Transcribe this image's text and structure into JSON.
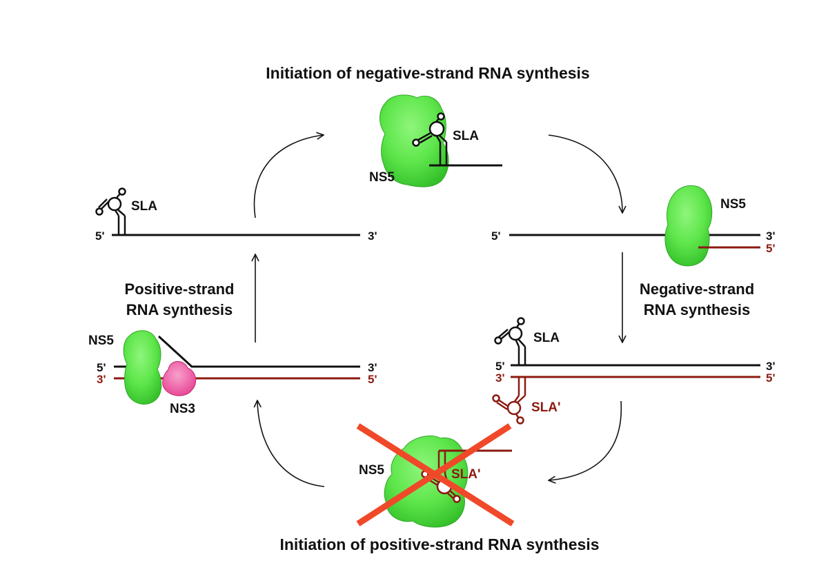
{
  "titles": {
    "top": "Initiation of negative-strand RNA synthesis",
    "bottom": "Initiation of positive-strand RNA synthesis"
  },
  "stages": {
    "positive_line1": "Positive-strand",
    "positive_line2": "RNA synthesis",
    "negative_line1": "Negative-strand",
    "negative_line2": "RNA synthesis"
  },
  "labels": {
    "sla": "SLA",
    "sla_prime": "SLA'",
    "ns5": "NS5",
    "ns3": "NS3",
    "five_prime": "5'",
    "three_prime": "3'"
  },
  "status": {
    "bottom_initiation": "blocked"
  },
  "colors": {
    "positive_strand": "#111111",
    "negative_strand": "#8b1a10",
    "ns5_protein": "#5ee64b",
    "ns3_protein": "#ec4f9b",
    "cross": "#f0492a"
  }
}
